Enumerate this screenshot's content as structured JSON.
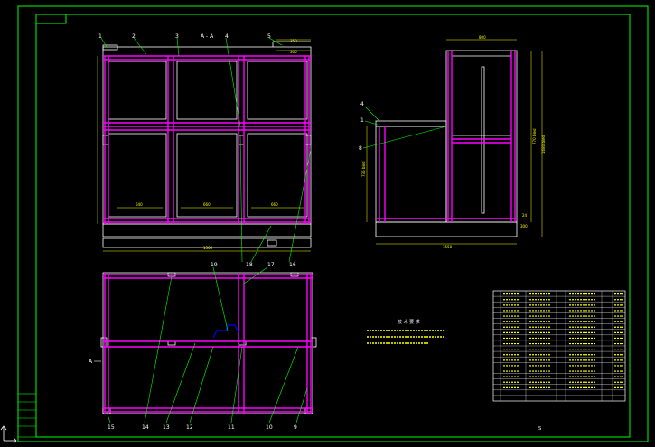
{
  "drawing": {
    "section_label": "A - A",
    "view_marker": "A",
    "sheet_number": "S",
    "front_view_callouts": [
      "1",
      "2",
      "3",
      "4",
      "5"
    ],
    "front_view_bottom_callouts": [
      "18",
      "17",
      "16"
    ],
    "plan_view_callouts": [
      "15",
      "14",
      "13",
      "12",
      "11",
      "10",
      "9"
    ],
    "plan_view_top_callout": "19",
    "side_view_callouts": [
      "4",
      "1",
      "8"
    ],
    "colors": {
      "background": "#000000",
      "frame": "#00ff00",
      "outline": "#ffffff",
      "member": "#ff00ff",
      "callout": "#00ff00",
      "dimension": "#ffff00"
    }
  },
  "notes_title": "技 术 要 求"
}
